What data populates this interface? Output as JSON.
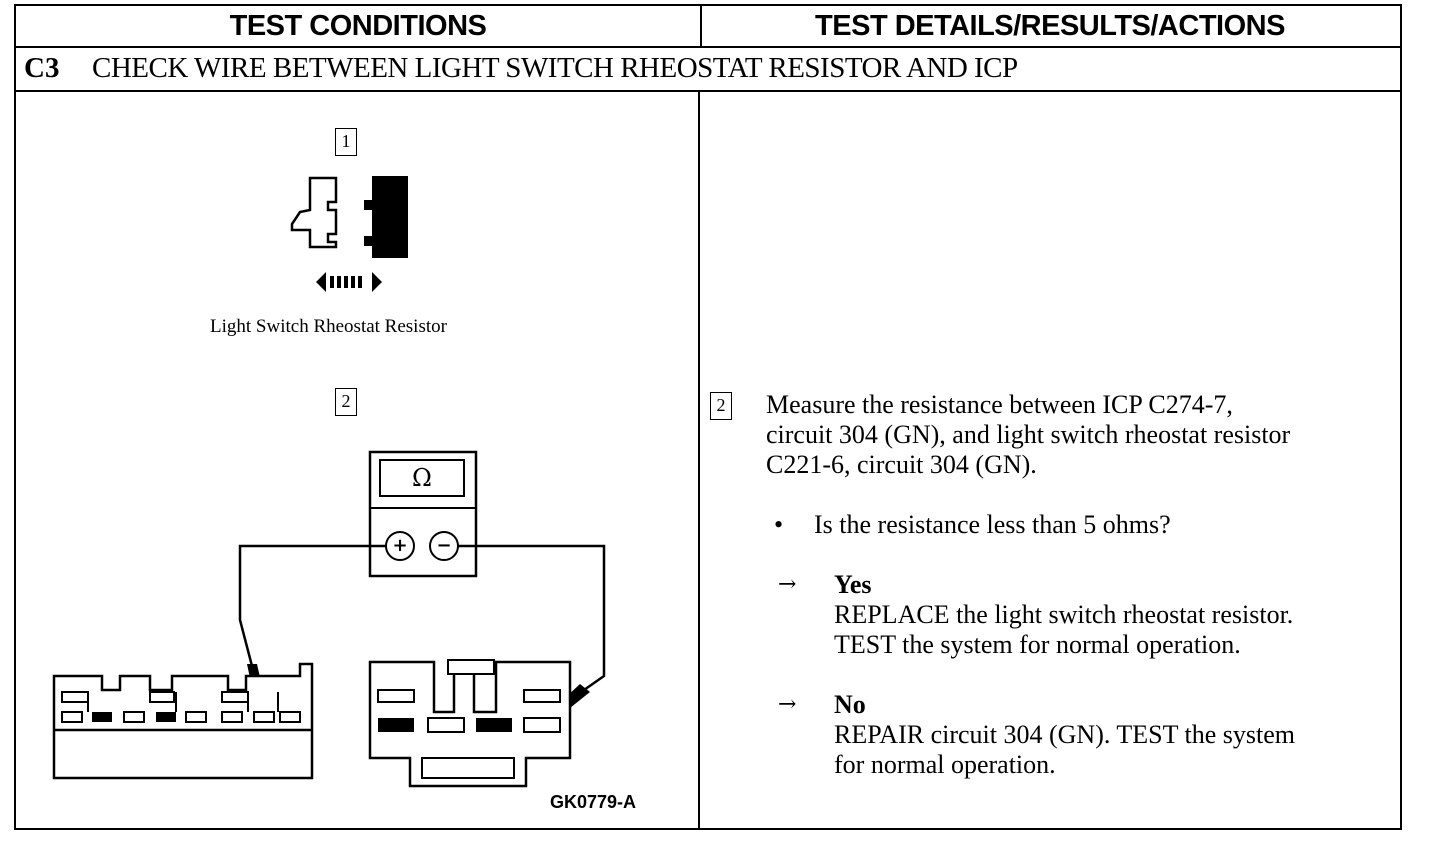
{
  "header": {
    "left_title": "TEST CONDITIONS",
    "right_title": "TEST DETAILS/RESULTS/ACTIONS"
  },
  "step": {
    "id": "C3",
    "title": "CHECK WIRE BETWEEN LIGHT SWITCH RHEOSTAT RESISTOR AND ICP"
  },
  "figure": {
    "step1_number": "1",
    "step1_caption": "Light Switch Rheostat Resistor",
    "step2_number": "2",
    "meter_symbol": "Ω",
    "plus_symbol": "+",
    "minus_symbol": "−",
    "figure_id": "GK0779-A"
  },
  "details": {
    "step_number": "2",
    "instruction_lines": [
      "Measure the resistance between ICP C274-7,",
      "circuit 304 (GN), and light switch rheostat resistor",
      "C221-6, circuit 304 (GN)."
    ],
    "bullet": "•",
    "question": "Is the resistance less than 5 ohms?",
    "arrow": "→",
    "yes": {
      "label": "Yes",
      "lines": [
        "REPLACE the light switch rheostat resistor.",
        "TEST the system for normal operation."
      ]
    },
    "no": {
      "label": "No",
      "lines": [
        "REPAIR circuit 304 (GN). TEST the system",
        "for normal operation."
      ]
    }
  }
}
